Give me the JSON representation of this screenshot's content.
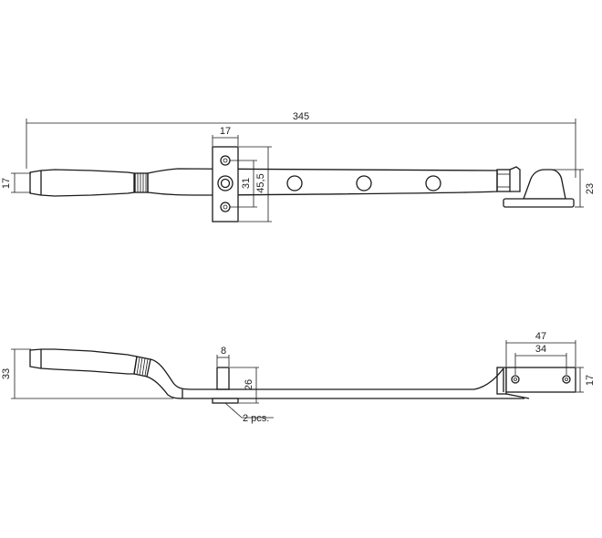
{
  "drawing": {
    "top_view": {
      "dimensions": {
        "overall_length": "345",
        "handle_height": "17",
        "plate_width": "17",
        "hole_spacing": "31",
        "plate_height": "45,5",
        "end_pin_height": "23"
      }
    },
    "side_view": {
      "dimensions": {
        "total_height": "33",
        "pin_width": "8",
        "pin_height": "26",
        "bracket_width": "47",
        "bracket_hole_spacing": "34",
        "bracket_height": "17"
      },
      "note": "2 pcs."
    }
  }
}
